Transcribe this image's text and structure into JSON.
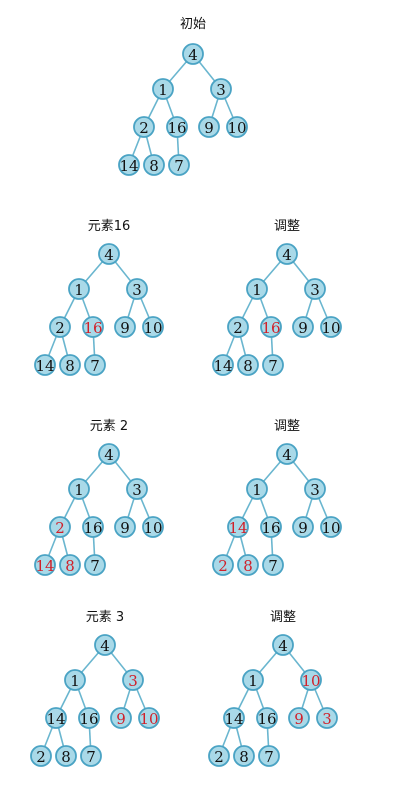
{
  "colors": {
    "normal": "#111111",
    "highlight": "#d0202a"
  },
  "panels": [
    {
      "caption": "初始",
      "nodes": [
        {
          "label": "4",
          "hl": false
        },
        {
          "label": "1",
          "hl": false
        },
        {
          "label": "3",
          "hl": false
        },
        {
          "label": "2",
          "hl": false
        },
        {
          "label": "16",
          "hl": false
        },
        {
          "label": "9",
          "hl": false
        },
        {
          "label": "10",
          "hl": false
        },
        {
          "label": "14",
          "hl": false
        },
        {
          "label": "8",
          "hl": false
        },
        {
          "label": "7",
          "hl": false
        }
      ]
    },
    {
      "caption": "元素16",
      "nodes": [
        {
          "label": "4",
          "hl": false
        },
        {
          "label": "1",
          "hl": false
        },
        {
          "label": "3",
          "hl": false
        },
        {
          "label": "2",
          "hl": false
        },
        {
          "label": "16",
          "hl": true
        },
        {
          "label": "9",
          "hl": false
        },
        {
          "label": "10",
          "hl": false
        },
        {
          "label": "14",
          "hl": false
        },
        {
          "label": "8",
          "hl": false
        },
        {
          "label": "7",
          "hl": false
        }
      ]
    },
    {
      "caption": "调整",
      "nodes": [
        {
          "label": "4",
          "hl": false
        },
        {
          "label": "1",
          "hl": false
        },
        {
          "label": "3",
          "hl": false
        },
        {
          "label": "2",
          "hl": false
        },
        {
          "label": "16",
          "hl": true
        },
        {
          "label": "9",
          "hl": false
        },
        {
          "label": "10",
          "hl": false
        },
        {
          "label": "14",
          "hl": false
        },
        {
          "label": "8",
          "hl": false
        },
        {
          "label": "7",
          "hl": false
        }
      ]
    },
    {
      "caption": "元素 2",
      "nodes": [
        {
          "label": "4",
          "hl": false
        },
        {
          "label": "1",
          "hl": false
        },
        {
          "label": "3",
          "hl": false
        },
        {
          "label": "2",
          "hl": true
        },
        {
          "label": "16",
          "hl": false
        },
        {
          "label": "9",
          "hl": false
        },
        {
          "label": "10",
          "hl": false
        },
        {
          "label": "14",
          "hl": true
        },
        {
          "label": "8",
          "hl": true
        },
        {
          "label": "7",
          "hl": false
        }
      ]
    },
    {
      "caption": "调整",
      "nodes": [
        {
          "label": "4",
          "hl": false
        },
        {
          "label": "1",
          "hl": false
        },
        {
          "label": "3",
          "hl": false
        },
        {
          "label": "14",
          "hl": true
        },
        {
          "label": "16",
          "hl": false
        },
        {
          "label": "9",
          "hl": false
        },
        {
          "label": "10",
          "hl": false
        },
        {
          "label": "2",
          "hl": true
        },
        {
          "label": "8",
          "hl": true
        },
        {
          "label": "7",
          "hl": false
        }
      ]
    },
    {
      "caption": "元素 3",
      "nodes": [
        {
          "label": "4",
          "hl": false
        },
        {
          "label": "1",
          "hl": false
        },
        {
          "label": "3",
          "hl": true
        },
        {
          "label": "14",
          "hl": false
        },
        {
          "label": "16",
          "hl": false
        },
        {
          "label": "9",
          "hl": true
        },
        {
          "label": "10",
          "hl": true
        },
        {
          "label": "2",
          "hl": false
        },
        {
          "label": "8",
          "hl": false
        },
        {
          "label": "7",
          "hl": false
        }
      ]
    },
    {
      "caption": "调整",
      "nodes": [
        {
          "label": "4",
          "hl": false
        },
        {
          "label": "1",
          "hl": false
        },
        {
          "label": "10",
          "hl": true
        },
        {
          "label": "14",
          "hl": false
        },
        {
          "label": "16",
          "hl": false
        },
        {
          "label": "9",
          "hl": true
        },
        {
          "label": "3",
          "hl": true
        },
        {
          "label": "2",
          "hl": false
        },
        {
          "label": "8",
          "hl": false
        },
        {
          "label": "7",
          "hl": false
        }
      ]
    }
  ]
}
